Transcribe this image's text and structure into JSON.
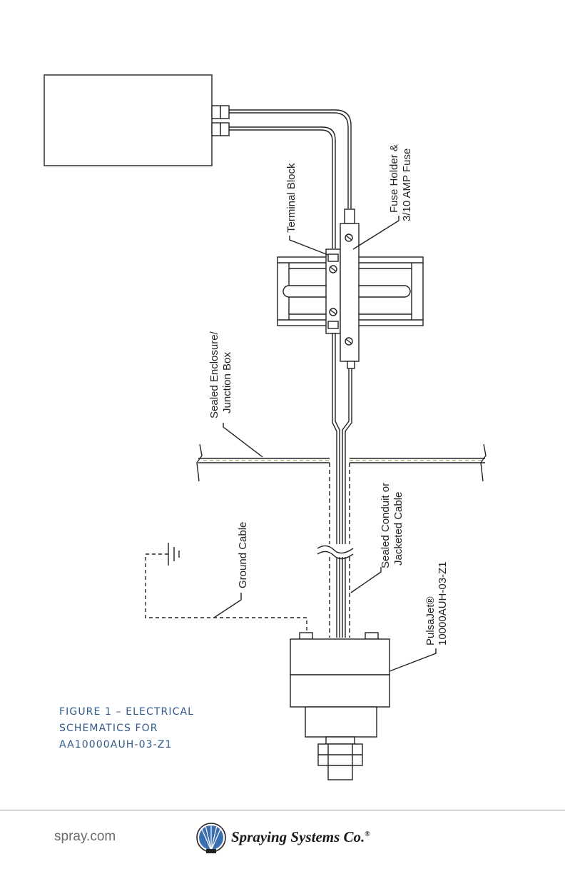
{
  "labels": {
    "terminal_block": "Terminal Block",
    "fuse_holder_line1": "Fuse Holder &",
    "fuse_holder_line2": "3/10 AMP Fuse",
    "sealed_enclosure_line1": "Sealed Enclosure/",
    "sealed_enclosure_line2": "Junction Box",
    "sealed_conduit_line1": "Sealed Conduit or",
    "sealed_conduit_line2": "Jacketed Cable",
    "ground_cable": "Ground Cable",
    "pulsajet_line1": "PulsaJet®",
    "pulsajet_line2": "10000AUH-03-Z1"
  },
  "caption": {
    "line1": "FIGURE 1 – ELECTRICAL",
    "line2": "SCHEMATICS FOR",
    "line3": "AA10000AUH-03-Z1"
  },
  "footer": {
    "url": "spray.com",
    "brand": "Spraying Systems Co.",
    "registered": "®"
  },
  "colors": {
    "caption": "#2f5a8a",
    "line": "#222222",
    "logo": "#3a6fb0"
  }
}
